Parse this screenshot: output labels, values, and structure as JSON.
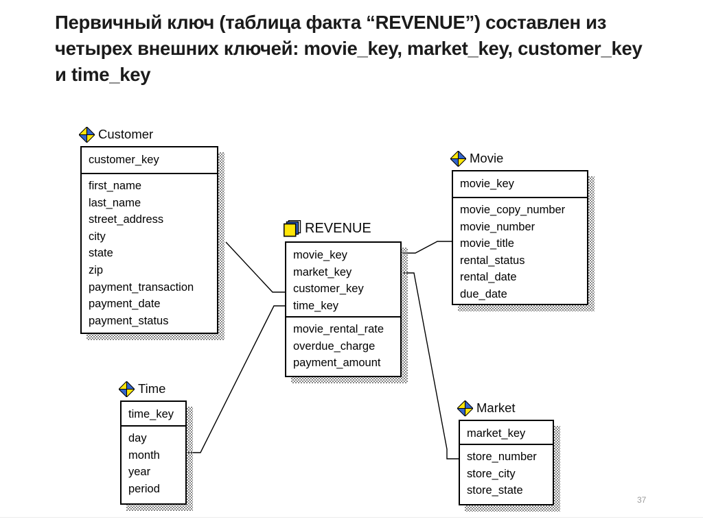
{
  "slide": {
    "title_lines": [
      "Первичный ключ (таблица факта “REVENUE”) составлен из",
      "четырех внешних ключей: movie_key, market_key, customer_key",
      "и time_key"
    ],
    "page_number": "37"
  },
  "colors": {
    "icon_blue": "#3465cc",
    "icon_yellow": "#ffe609",
    "title_text": "#1b1b1b",
    "page_number_text": "#9a9a9a",
    "line": "#000000"
  },
  "entities": {
    "customer": {
      "name": "Customer",
      "icon": "dimension-diamond-icon",
      "keys": [
        "customer_key"
      ],
      "fields": [
        "first_name",
        "last_name",
        "street_address",
        "city",
        "state",
        "zip",
        "payment_transaction",
        "payment_date",
        "payment_status"
      ]
    },
    "revenue": {
      "name": "REVENUE",
      "icon": "fact-cube-icon",
      "keys": [
        "movie_key",
        "market_key",
        "customer_key",
        "time_key"
      ],
      "fields": [
        "movie_rental_rate",
        "overdue_charge",
        "payment_amount"
      ]
    },
    "movie": {
      "name": "Movie",
      "icon": "dimension-diamond-icon",
      "keys": [
        "movie_key"
      ],
      "fields": [
        "movie_copy_number",
        "movie_number",
        "movie_title",
        "rental_status",
        "rental_date",
        "due_date"
      ]
    },
    "time": {
      "name": "Time",
      "icon": "dimension-diamond-icon",
      "keys": [
        "time_key"
      ],
      "fields": [
        "day",
        "month",
        "year",
        "period"
      ]
    },
    "market": {
      "name": "Market",
      "icon": "dimension-diamond-icon",
      "keys": [
        "market_key"
      ],
      "fields": [
        "store_number",
        "store_city",
        "store_state"
      ]
    }
  },
  "relationships": [
    {
      "from": "Customer",
      "to": "REVENUE",
      "via": "customer_key"
    },
    {
      "from": "Time",
      "to": "REVENUE",
      "via": "time_key"
    },
    {
      "from": "Movie",
      "to": "REVENUE",
      "via": "movie_key"
    },
    {
      "from": "Market",
      "to": "REVENUE",
      "via": "market_key"
    }
  ]
}
